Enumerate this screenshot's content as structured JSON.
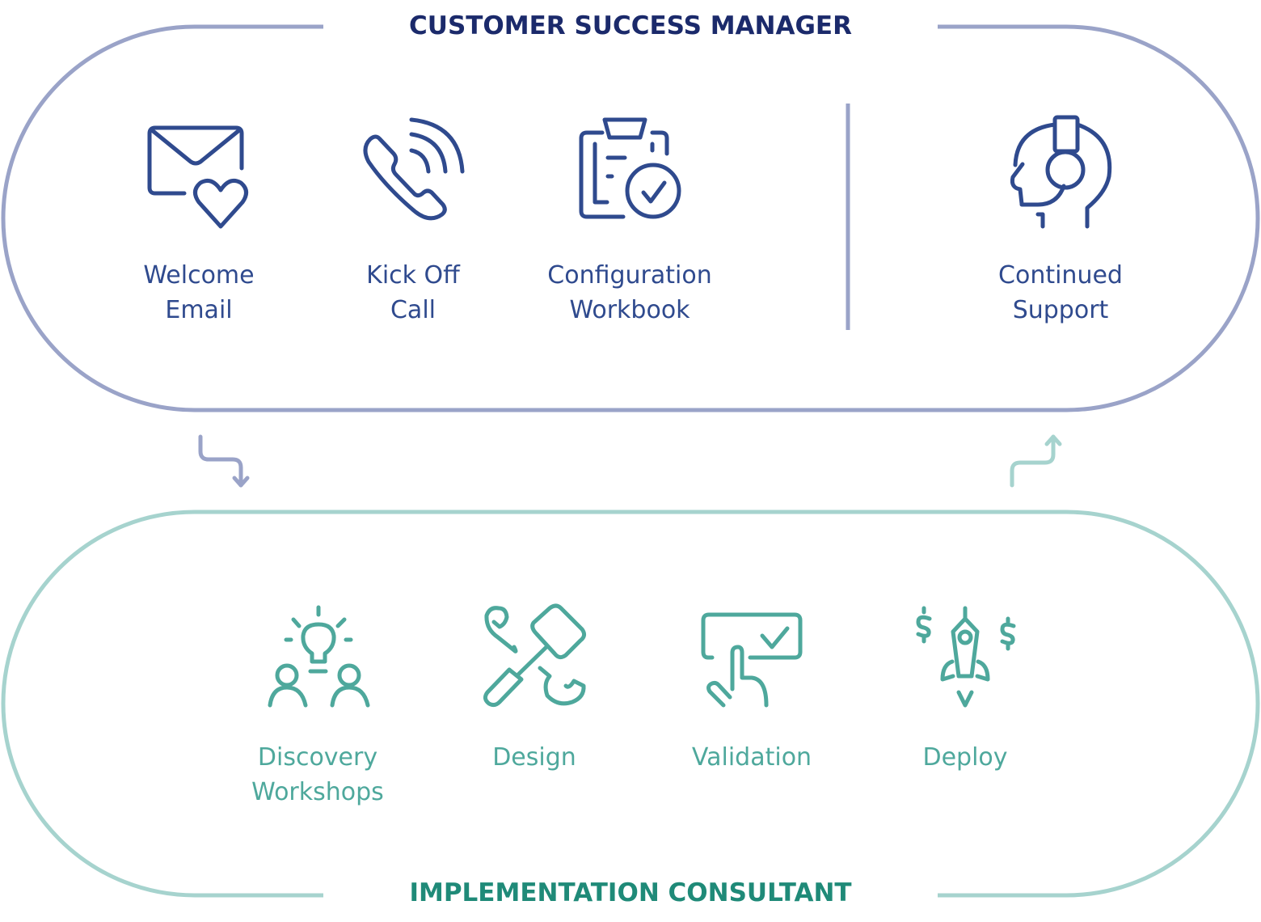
{
  "top_section": {
    "title": "CUSTOMER SUCCESS MANAGER",
    "steps": [
      {
        "line1": "Welcome",
        "line2": "Email",
        "icon": "email-heart-icon"
      },
      {
        "line1": "Kick Off",
        "line2": "Call",
        "icon": "phone-call-icon"
      },
      {
        "line1": "Configuration",
        "line2": "Workbook",
        "icon": "clipboard-check-icon"
      },
      {
        "line1": "Continued",
        "line2": "Support",
        "icon": "headset-support-icon"
      }
    ]
  },
  "bottom_section": {
    "title": "IMPLEMENTATION CONSULTANT",
    "steps": [
      {
        "line1": "Discovery",
        "line2": "Workshops",
        "icon": "idea-people-icon"
      },
      {
        "line1": "Design",
        "line2": "",
        "icon": "tools-icon"
      },
      {
        "line1": "Validation",
        "line2": "",
        "icon": "touch-check-icon"
      },
      {
        "line1": "Deploy",
        "line2": "",
        "icon": "rocket-icon"
      }
    ]
  },
  "colors": {
    "navy": "#2f4a8e",
    "navy_title": "#1b2a6b",
    "navy_border": "#9aa3c8",
    "teal": "#4ea89c",
    "teal_title": "#1f8a78",
    "teal_border": "#a6d3ce"
  }
}
